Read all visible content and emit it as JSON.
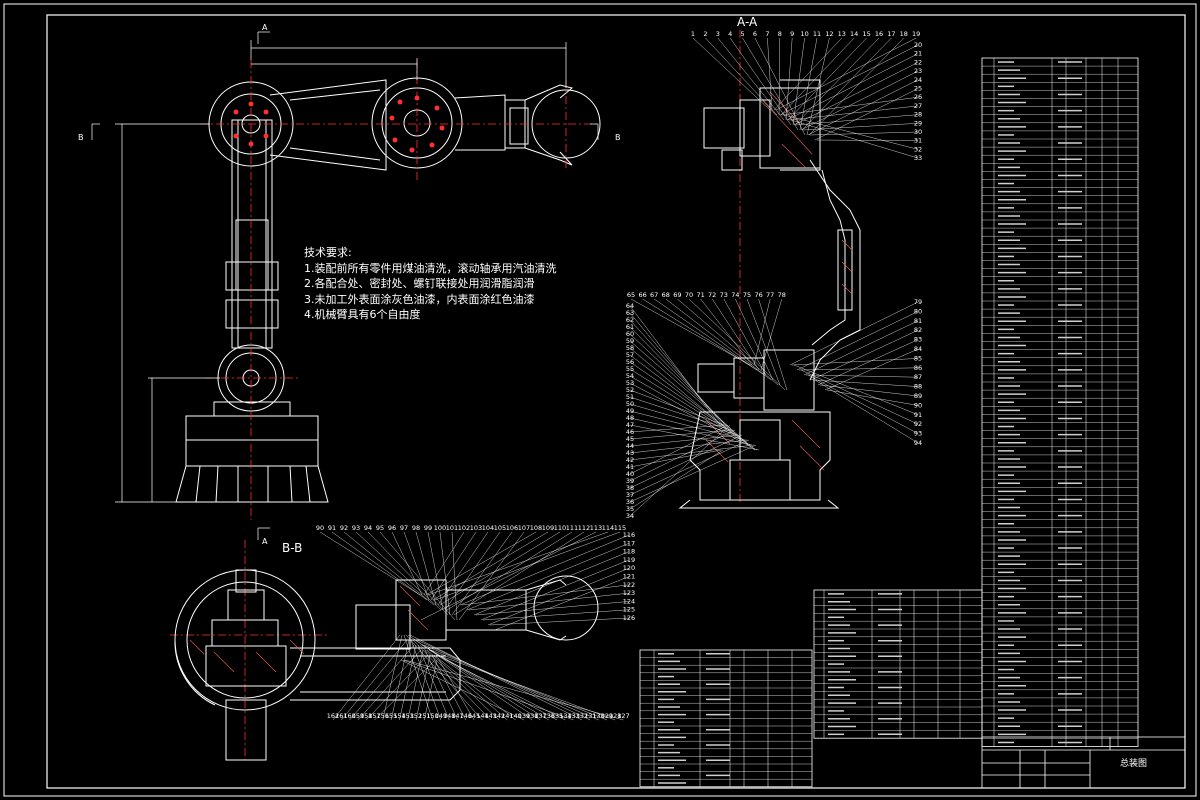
{
  "section_labels": {
    "section_aa": "A-A",
    "section_bb": "B-B",
    "cut_a": "A",
    "cut_b": "B"
  },
  "tech_requirements": {
    "title": "技术要求:",
    "items": [
      "1.装配前所有零件用煤油清洗，滚动轴承用汽油清洗",
      "2.各配合处、密封处、螺钉联接处用润滑脂润滑",
      "3.未加工外表面涂灰色油漆，内表面涂红色油漆",
      "4.机械臂具有6个自由度"
    ]
  },
  "balloons_aa_top": [
    "1",
    "2",
    "3",
    "4",
    "5",
    "6",
    "7",
    "8",
    "9",
    "10",
    "11",
    "12",
    "13",
    "14",
    "15",
    "16",
    "17",
    "18",
    "19"
  ],
  "balloons_aa_right": [
    "20",
    "21",
    "22",
    "23",
    "24",
    "25",
    "26",
    "27",
    "28",
    "29",
    "30",
    "31",
    "32",
    "33"
  ],
  "balloons_lower_top": [
    "65",
    "66",
    "67",
    "68",
    "69",
    "70",
    "71",
    "72",
    "73",
    "74",
    "75",
    "76",
    "77",
    "78"
  ],
  "balloons_lower_right": [
    "79",
    "80",
    "81",
    "82",
    "83",
    "84",
    "85",
    "86",
    "87",
    "88",
    "89",
    "90",
    "91",
    "92",
    "93",
    "94"
  ],
  "balloons_lower_left": [
    "64",
    "63",
    "62",
    "61",
    "60",
    "59",
    "58",
    "57",
    "56",
    "55",
    "54",
    "53",
    "52",
    "51",
    "50",
    "49",
    "48",
    "47",
    "46",
    "45",
    "44",
    "43",
    "42",
    "41",
    "40",
    "39",
    "38",
    "37",
    "36",
    "35",
    "34"
  ],
  "balloons_bb_top": [
    "90",
    "91",
    "92",
    "93",
    "94",
    "95",
    "96",
    "97",
    "98",
    "99",
    "100",
    "101",
    "102",
    "103",
    "104",
    "105",
    "106",
    "107",
    "108",
    "109",
    "110",
    "111",
    "112",
    "113",
    "114",
    "115"
  ],
  "balloons_bb_right": [
    "116",
    "117",
    "118",
    "119",
    "120",
    "121",
    "122",
    "123",
    "124",
    "125",
    "126"
  ],
  "balloons_bb_bottom": [
    "162",
    "161",
    "160",
    "159",
    "158",
    "157",
    "156",
    "155",
    "154",
    "153",
    "152",
    "151",
    "150",
    "149",
    "148",
    "147",
    "146",
    "145",
    "144",
    "143",
    "142",
    "141",
    "140",
    "139",
    "138",
    "137",
    "136",
    "135",
    "134",
    "133",
    "132",
    "131",
    "130",
    "129",
    "128",
    "127"
  ],
  "title_block": {
    "drawing_name": "总装图"
  },
  "colors": {
    "background": "#000000",
    "outline": "#ffffff",
    "centerline": "#ff3030",
    "leader": "#ffffff"
  }
}
